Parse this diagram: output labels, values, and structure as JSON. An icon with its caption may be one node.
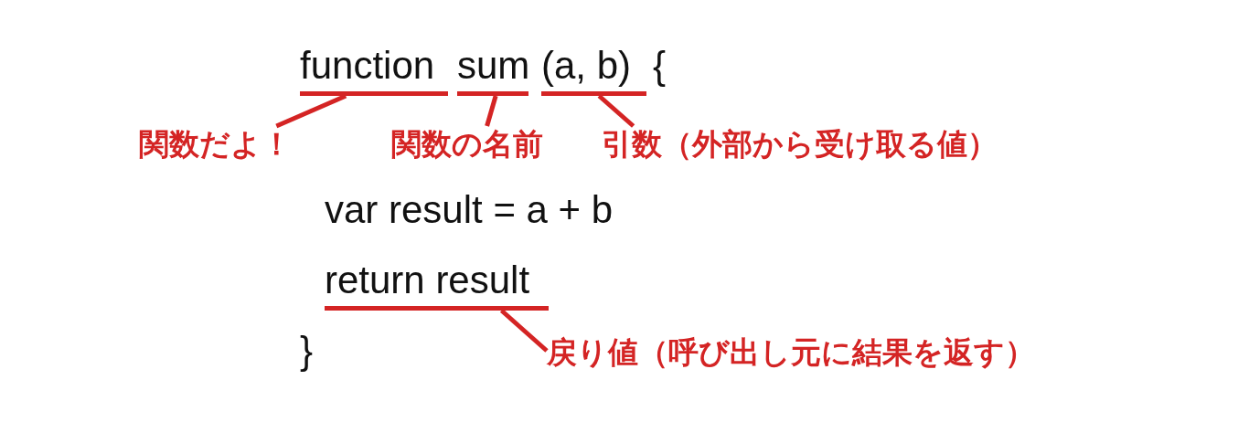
{
  "diagram": {
    "nodes": [
      {
        "text": [
          "function"
        ]
      },
      {
        "text": [
          "sum"
        ]
      },
      {
        "text": [
          "(a, b)"
        ]
      },
      {
        "text": [
          "関数だよ！"
        ]
      },
      {
        "text": [
          "関数の名前"
        ]
      },
      {
        "text": [
          "引数（外部から受け取る値）"
        ]
      },
      {
        "text": [
          "return result"
        ]
      },
      {
        "text": [
          "戻り値（呼び出し元に結果を返す）"
        ]
      }
    ],
    "edges": [
      {
        "from": 3,
        "to": 0,
        "arrow": "none"
      },
      {
        "from": 4,
        "to": 1,
        "arrow": "none"
      },
      {
        "from": 5,
        "to": 2,
        "arrow": "none"
      },
      {
        "from": 7,
        "to": 6,
        "arrow": "none"
      }
    ],
    "labels": [
      "{",
      "var result = a + b",
      "}"
    ]
  }
}
